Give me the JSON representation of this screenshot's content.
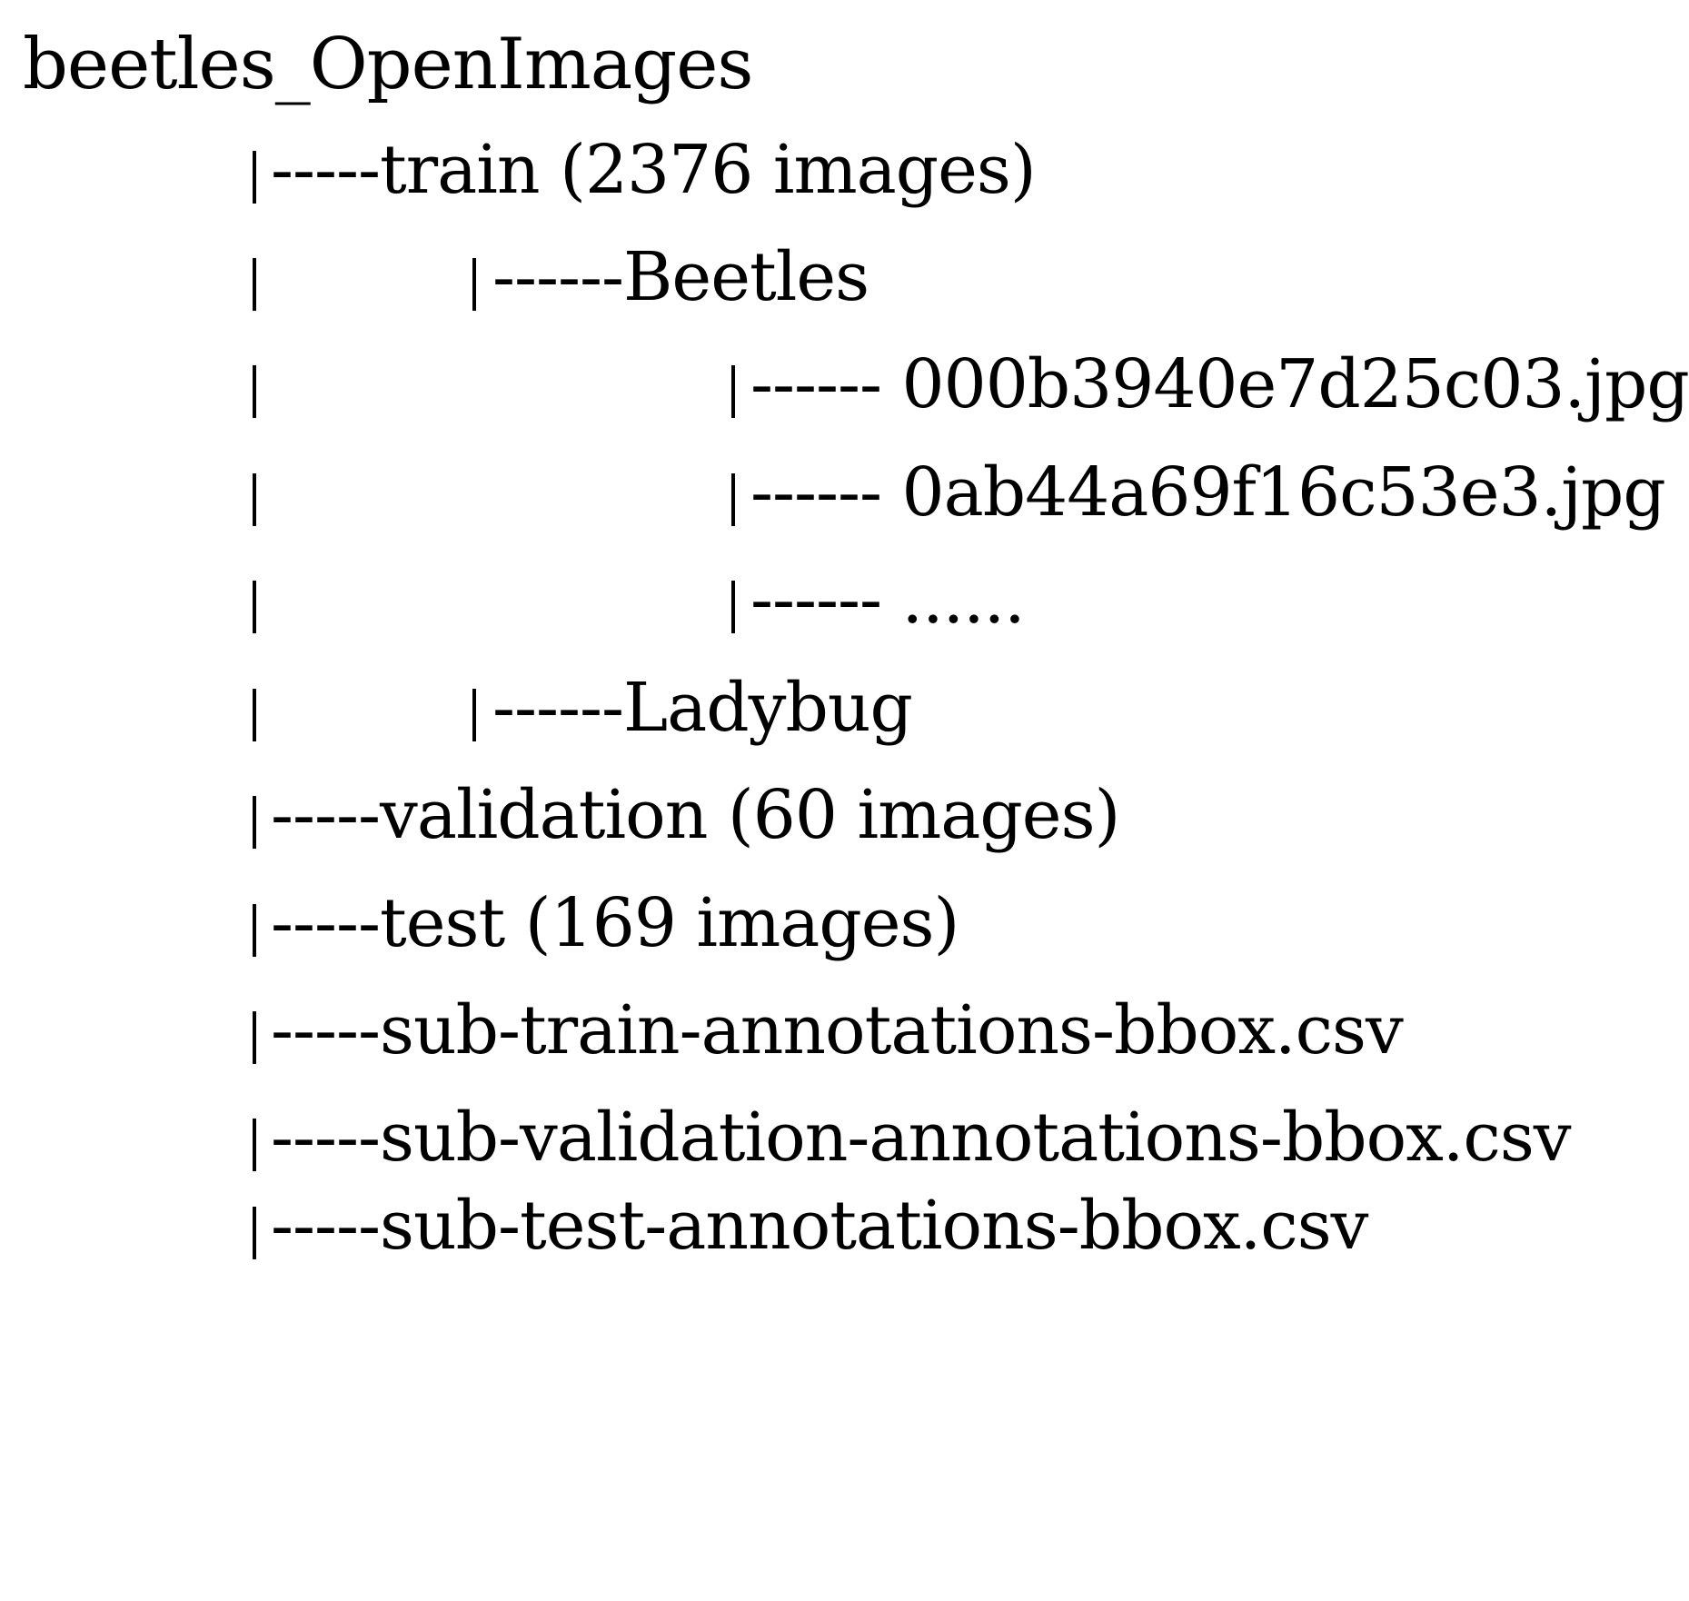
{
  "tree": {
    "root": "beetles_OpenImages",
    "train": "-----train (2376 images)",
    "beetles": "------Beetles",
    "file_1": "------ 000b3940e7d25c03.jpg",
    "file_2": "------ 0ab44a69f16c53e3.jpg",
    "file_more": "------ ......",
    "ladybug": "------Ladybug",
    "validation": "-----validation (60 images)",
    "test": "-----test (169 images)",
    "csv_train": "-----sub-train-annotations-bbox.csv",
    "csv_validation": "-----sub-validation-annotations-bbox.csv",
    "csv_test": "-----sub-test-annotations-bbox.csv"
  }
}
